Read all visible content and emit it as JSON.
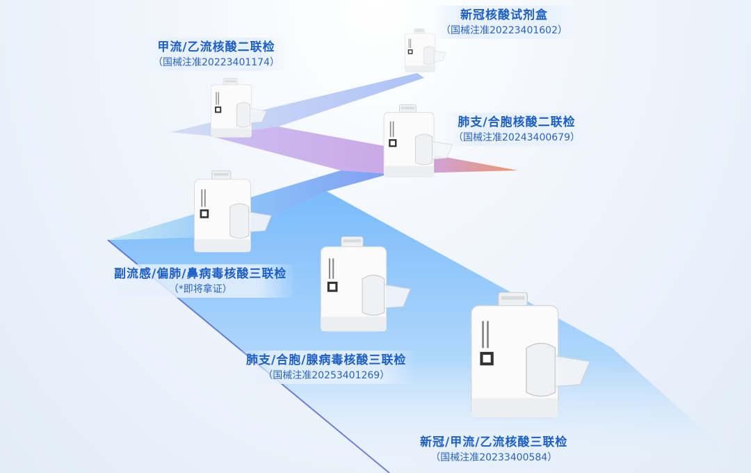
{
  "products": [
    {
      "name": "新冠核酸试剂盒",
      "reg": "（国械注准20223401602）"
    },
    {
      "name": "甲流/乙流核酸二联检",
      "reg": "（国械注准20223401174）"
    },
    {
      "name": "肺支/合胞核酸二联检",
      "reg": "（国械注准20243400679）"
    },
    {
      "name": "副流感/偏肺/鼻病毒核酸三联检",
      "reg": "（*即将拿证）"
    },
    {
      "name": "肺支/合胞/腺病毒核酸三联检",
      "reg": "（国械注准20253401269）"
    },
    {
      "name": "新冠/甲流/乙流核酸三联检",
      "reg": "（国械注准20233400584）"
    }
  ],
  "colors": {
    "title": "#1d5fc4",
    "path_blue": "#5aa8f5",
    "path_purple": "#b79cf0",
    "path_orange": "#f08a5a"
  }
}
